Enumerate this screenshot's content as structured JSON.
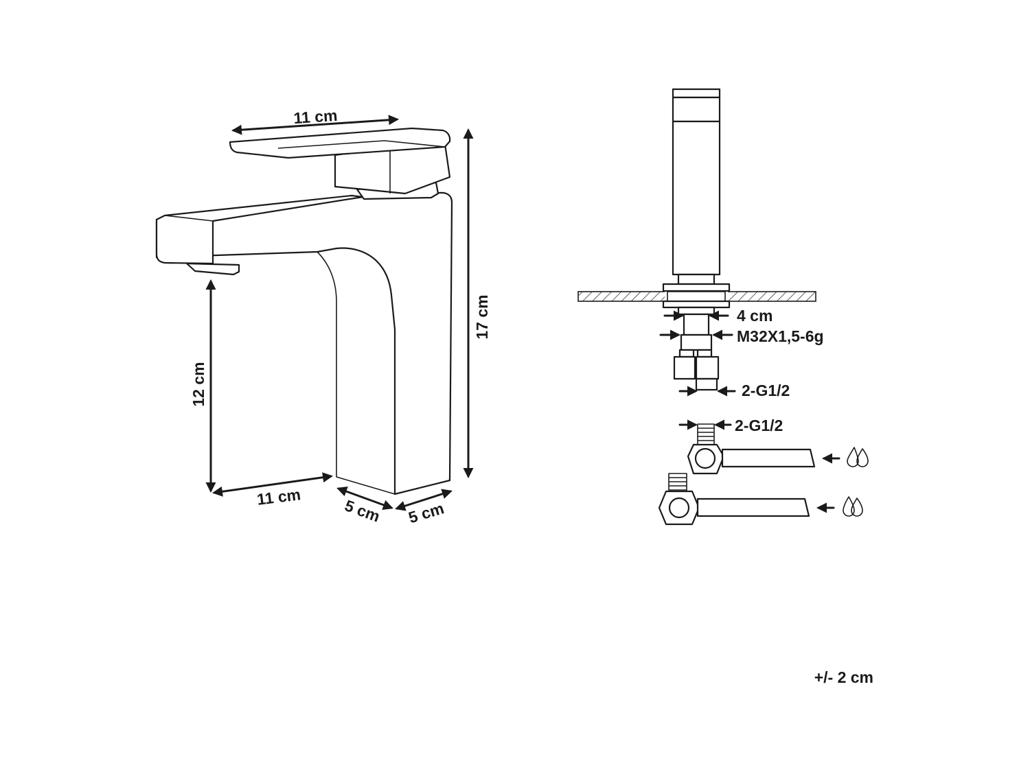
{
  "faucet_dimensions": {
    "lever_length": "11 cm",
    "total_height": "17 cm",
    "spout_clearance": "12 cm",
    "base_length": "11 cm",
    "base_depth_front": "5 cm",
    "base_width": "5 cm"
  },
  "installation": {
    "shank_diameter": "4 cm",
    "thread_spec": "M32X1,5-6g",
    "hose_connection": "2-G1/2",
    "valve_connection": "2-G1/2"
  },
  "icons": [
    "water-drops-icon",
    "water-drops-icon"
  ],
  "tolerance_note": "+/- 2 cm",
  "colors": {
    "line": "#1a1a1a",
    "background": "#ffffff"
  }
}
